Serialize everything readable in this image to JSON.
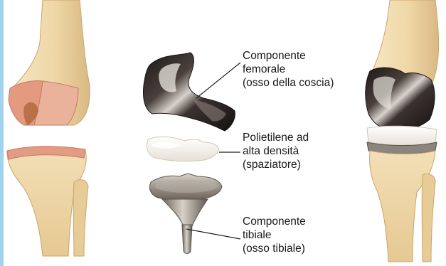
{
  "labels": {
    "femoral": {
      "line1": "Componente",
      "line2": "femorale",
      "line3": "(osso della coscia)"
    },
    "polyethylene": {
      "line1": "Polietilene ad",
      "line2": "alta densità",
      "line3": "(spaziatore)"
    },
    "tibial": {
      "line1": "Componente",
      "line2": "tibiale",
      "line3": "(osso tibiale)"
    }
  },
  "colors": {
    "edge_strip": "#9fd3ee",
    "bone": "#efd7a6",
    "bone_shadow": "#d8b77e",
    "cut_bone": "#e2907a",
    "metal_dark": "#2b2422",
    "metal_light": "#c9c4bd",
    "polyethylene": "#f3efe8",
    "leader_line": "#222222"
  }
}
